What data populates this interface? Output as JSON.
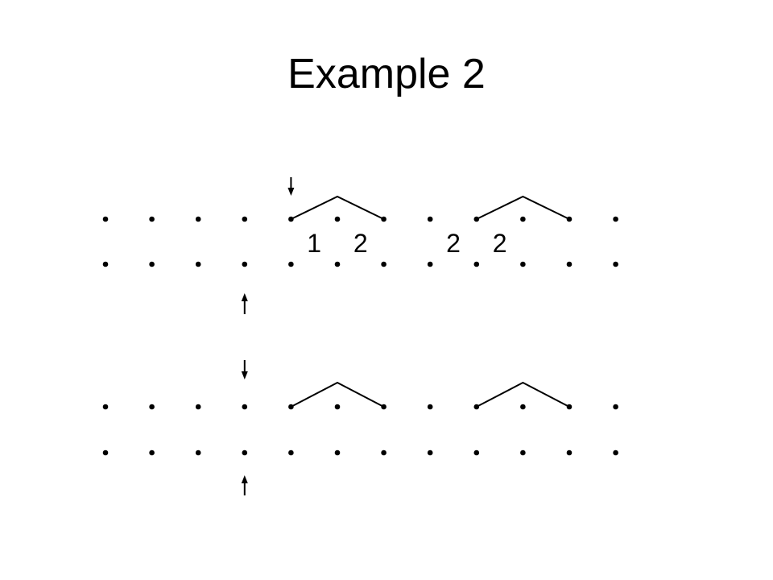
{
  "title": "Example 2",
  "colors": {
    "ink": "#000000",
    "background": "#ffffff"
  },
  "grid": {
    "columns": 12
  },
  "panels": [
    {
      "name": "top-panel",
      "peaks": [
        5,
        9
      ],
      "labels": [
        {
          "column": 4.5,
          "text": "1"
        },
        {
          "column": 5.5,
          "text": "2"
        },
        {
          "column": 7.5,
          "text": "2"
        },
        {
          "column": 8.5,
          "text": "2"
        }
      ],
      "arrows": [
        {
          "direction": "down",
          "column": 4
        },
        {
          "direction": "up",
          "column": 3
        }
      ]
    },
    {
      "name": "bottom-panel",
      "peaks": [
        5,
        9
      ],
      "labels": [],
      "arrows": [
        {
          "direction": "down",
          "column": 3
        },
        {
          "direction": "up",
          "column": 3
        }
      ]
    }
  ]
}
